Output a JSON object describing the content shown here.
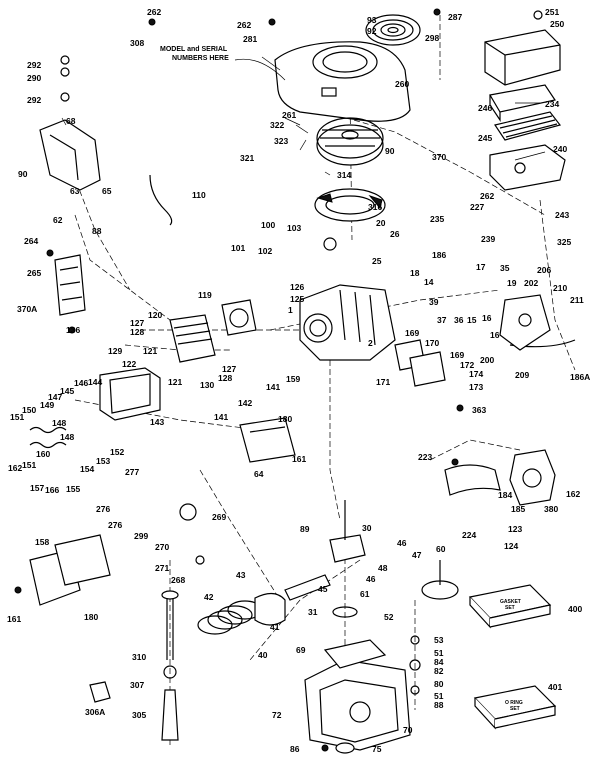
{
  "callouts": [
    {
      "id": "c262a",
      "text": "262"
    },
    {
      "id": "c308",
      "text": "308"
    },
    {
      "id": "c262b",
      "text": "262"
    },
    {
      "id": "c281",
      "text": "281"
    },
    {
      "id": "c93",
      "text": "93"
    },
    {
      "id": "c92",
      "text": "92"
    },
    {
      "id": "c287",
      "text": "287"
    },
    {
      "id": "c298",
      "text": "298"
    },
    {
      "id": "c251",
      "text": "251"
    },
    {
      "id": "c250",
      "text": "250"
    },
    {
      "id": "c292a",
      "text": "292"
    },
    {
      "id": "c290",
      "text": "290"
    },
    {
      "id": "c292b",
      "text": "292"
    },
    {
      "id": "c260",
      "text": "260"
    },
    {
      "id": "c246",
      "text": "246"
    },
    {
      "id": "c234",
      "text": "234"
    },
    {
      "id": "c68",
      "text": "68"
    },
    {
      "id": "c261",
      "text": "261"
    },
    {
      "id": "c322",
      "text": "322"
    },
    {
      "id": "c323",
      "text": "323"
    },
    {
      "id": "c245",
      "text": "245"
    },
    {
      "id": "c321",
      "text": "321"
    },
    {
      "id": "c90a",
      "text": "90"
    },
    {
      "id": "c90b",
      "text": "90"
    },
    {
      "id": "c370",
      "text": "370"
    },
    {
      "id": "c240",
      "text": "240"
    },
    {
      "id": "c314",
      "text": "314"
    },
    {
      "id": "c63",
      "text": "63"
    },
    {
      "id": "c65",
      "text": "65"
    },
    {
      "id": "c110",
      "text": "110"
    },
    {
      "id": "c262c",
      "text": "262"
    },
    {
      "id": "c316",
      "text": "316"
    },
    {
      "id": "c62",
      "text": "62"
    },
    {
      "id": "c88",
      "text": "88"
    },
    {
      "id": "c227",
      "text": "227"
    },
    {
      "id": "c243",
      "text": "243"
    },
    {
      "id": "c20",
      "text": "20"
    },
    {
      "id": "c100",
      "text": "100"
    },
    {
      "id": "c103",
      "text": "103"
    },
    {
      "id": "c235",
      "text": "235"
    },
    {
      "id": "c26",
      "text": "26"
    },
    {
      "id": "c239",
      "text": "239"
    },
    {
      "id": "c264",
      "text": "264"
    },
    {
      "id": "c325",
      "text": "325"
    },
    {
      "id": "c101",
      "text": "101"
    },
    {
      "id": "c102",
      "text": "102"
    },
    {
      "id": "c25",
      "text": "25"
    },
    {
      "id": "c186",
      "text": "186"
    },
    {
      "id": "c17",
      "text": "17"
    },
    {
      "id": "c35",
      "text": "35"
    },
    {
      "id": "c206",
      "text": "206"
    },
    {
      "id": "c265",
      "text": "265"
    },
    {
      "id": "c18",
      "text": "18"
    },
    {
      "id": "c14",
      "text": "14"
    },
    {
      "id": "c19",
      "text": "19"
    },
    {
      "id": "c202",
      "text": "202"
    },
    {
      "id": "c210",
      "text": "210"
    },
    {
      "id": "c119",
      "text": "119"
    },
    {
      "id": "c126",
      "text": "126"
    },
    {
      "id": "c125",
      "text": "125"
    },
    {
      "id": "c39",
      "text": "39"
    },
    {
      "id": "c211",
      "text": "211"
    },
    {
      "id": "c370a",
      "text": "370A"
    },
    {
      "id": "c1",
      "text": "1"
    },
    {
      "id": "c37",
      "text": "37"
    },
    {
      "id": "c36",
      "text": "36"
    },
    {
      "id": "c15",
      "text": "15"
    },
    {
      "id": "c16a",
      "text": "16"
    },
    {
      "id": "c120",
      "text": "120"
    },
    {
      "id": "c127a",
      "text": "127"
    },
    {
      "id": "c136",
      "text": "136"
    },
    {
      "id": "c128a",
      "text": "128"
    },
    {
      "id": "c16b",
      "text": "16"
    },
    {
      "id": "c169a",
      "text": "169"
    },
    {
      "id": "c2",
      "text": "2"
    },
    {
      "id": "c170",
      "text": "170"
    },
    {
      "id": "c129",
      "text": "129"
    },
    {
      "id": "c121a",
      "text": "121"
    },
    {
      "id": "c122",
      "text": "122"
    },
    {
      "id": "c127b",
      "text": "127"
    },
    {
      "id": "c169b",
      "text": "169"
    },
    {
      "id": "c200",
      "text": "200"
    },
    {
      "id": "c128b",
      "text": "128"
    },
    {
      "id": "c172",
      "text": "172"
    },
    {
      "id": "c171",
      "text": "171"
    },
    {
      "id": "c174",
      "text": "174"
    },
    {
      "id": "c209",
      "text": "209"
    },
    {
      "id": "c186a",
      "text": "186A"
    },
    {
      "id": "c121b",
      "text": "121"
    },
    {
      "id": "c130",
      "text": "130"
    },
    {
      "id": "c159",
      "text": "159"
    },
    {
      "id": "c146",
      "text": "146"
    },
    {
      "id": "c144",
      "text": "144"
    },
    {
      "id": "c145",
      "text": "145"
    },
    {
      "id": "c141a",
      "text": "141"
    },
    {
      "id": "c173",
      "text": "173"
    },
    {
      "id": "c147",
      "text": "147"
    },
    {
      "id": "c142",
      "text": "142"
    },
    {
      "id": "c149",
      "text": "149"
    },
    {
      "id": "c150",
      "text": "150"
    },
    {
      "id": "c141b",
      "text": "141"
    },
    {
      "id": "c363",
      "text": "363"
    },
    {
      "id": "c151a",
      "text": "151"
    },
    {
      "id": "c143",
      "text": "143"
    },
    {
      "id": "c148a",
      "text": "148"
    },
    {
      "id": "c180",
      "text": "180"
    },
    {
      "id": "c148b",
      "text": "148"
    },
    {
      "id": "c152",
      "text": "152"
    },
    {
      "id": "c223",
      "text": "223"
    },
    {
      "id": "c160",
      "text": "160"
    },
    {
      "id": "c153",
      "text": "153"
    },
    {
      "id": "c161",
      "text": "161"
    },
    {
      "id": "c151b",
      "text": "151"
    },
    {
      "id": "c162a",
      "text": "162"
    },
    {
      "id": "c154",
      "text": "154"
    },
    {
      "id": "c277",
      "text": "277"
    },
    {
      "id": "c64",
      "text": "64"
    },
    {
      "id": "c157",
      "text": "157"
    },
    {
      "id": "c166",
      "text": "166"
    },
    {
      "id": "c155",
      "text": "155"
    },
    {
      "id": "c184",
      "text": "184"
    },
    {
      "id": "c162b",
      "text": "162"
    },
    {
      "id": "c276a",
      "text": "276"
    },
    {
      "id": "c185",
      "text": "185"
    },
    {
      "id": "c380",
      "text": "380"
    },
    {
      "id": "c269",
      "text": "269"
    },
    {
      "id": "c276b",
      "text": "276"
    },
    {
      "id": "c123",
      "text": "123"
    },
    {
      "id": "c124",
      "text": "124"
    },
    {
      "id": "c224",
      "text": "224"
    },
    {
      "id": "c158",
      "text": "158"
    },
    {
      "id": "c270",
      "text": "270"
    },
    {
      "id": "c89",
      "text": "89"
    },
    {
      "id": "c30",
      "text": "30"
    },
    {
      "id": "c299",
      "text": "299"
    },
    {
      "id": "c46a",
      "text": "46"
    },
    {
      "id": "c47",
      "text": "47"
    },
    {
      "id": "c271",
      "text": "271"
    },
    {
      "id": "c268",
      "text": "268"
    },
    {
      "id": "c60",
      "text": "60"
    },
    {
      "id": "c43",
      "text": "43"
    },
    {
      "id": "c48",
      "text": "48"
    },
    {
      "id": "c46b",
      "text": "46"
    },
    {
      "id": "c400",
      "text": "400"
    },
    {
      "id": "c45",
      "text": "45"
    },
    {
      "id": "c42",
      "text": "42"
    },
    {
      "id": "c61",
      "text": "61"
    },
    {
      "id": "c161b",
      "text": "161"
    },
    {
      "id": "c180b",
      "text": "180"
    },
    {
      "id": "c31",
      "text": "31"
    },
    {
      "id": "c52",
      "text": "52"
    },
    {
      "id": "c41",
      "text": "41"
    },
    {
      "id": "c53",
      "text": "53"
    },
    {
      "id": "c310",
      "text": "310"
    },
    {
      "id": "c40",
      "text": "40"
    },
    {
      "id": "c51a",
      "text": "51"
    },
    {
      "id": "c84",
      "text": "84"
    },
    {
      "id": "c69",
      "text": "69"
    },
    {
      "id": "c82",
      "text": "82"
    },
    {
      "id": "c307",
      "text": "307"
    },
    {
      "id": "c80",
      "text": "80"
    },
    {
      "id": "c401",
      "text": "401"
    },
    {
      "id": "c51b",
      "text": "51"
    },
    {
      "id": "c306a",
      "text": "306A"
    },
    {
      "id": "c88b",
      "text": "88"
    },
    {
      "id": "c305",
      "text": "305"
    },
    {
      "id": "c72",
      "text": "72"
    },
    {
      "id": "c70",
      "text": "70"
    },
    {
      "id": "c86",
      "text": "86"
    },
    {
      "id": "c75",
      "text": "75"
    }
  ],
  "notes": {
    "model_serial_line1": "MODEL and SERIAL",
    "model_serial_line2": "NUMBERS HERE"
  },
  "kit_boxes": {
    "gasket_line1": "GASKET",
    "gasket_line2": "SET",
    "oring_line1": "O RING",
    "oring_line2": "SET"
  }
}
